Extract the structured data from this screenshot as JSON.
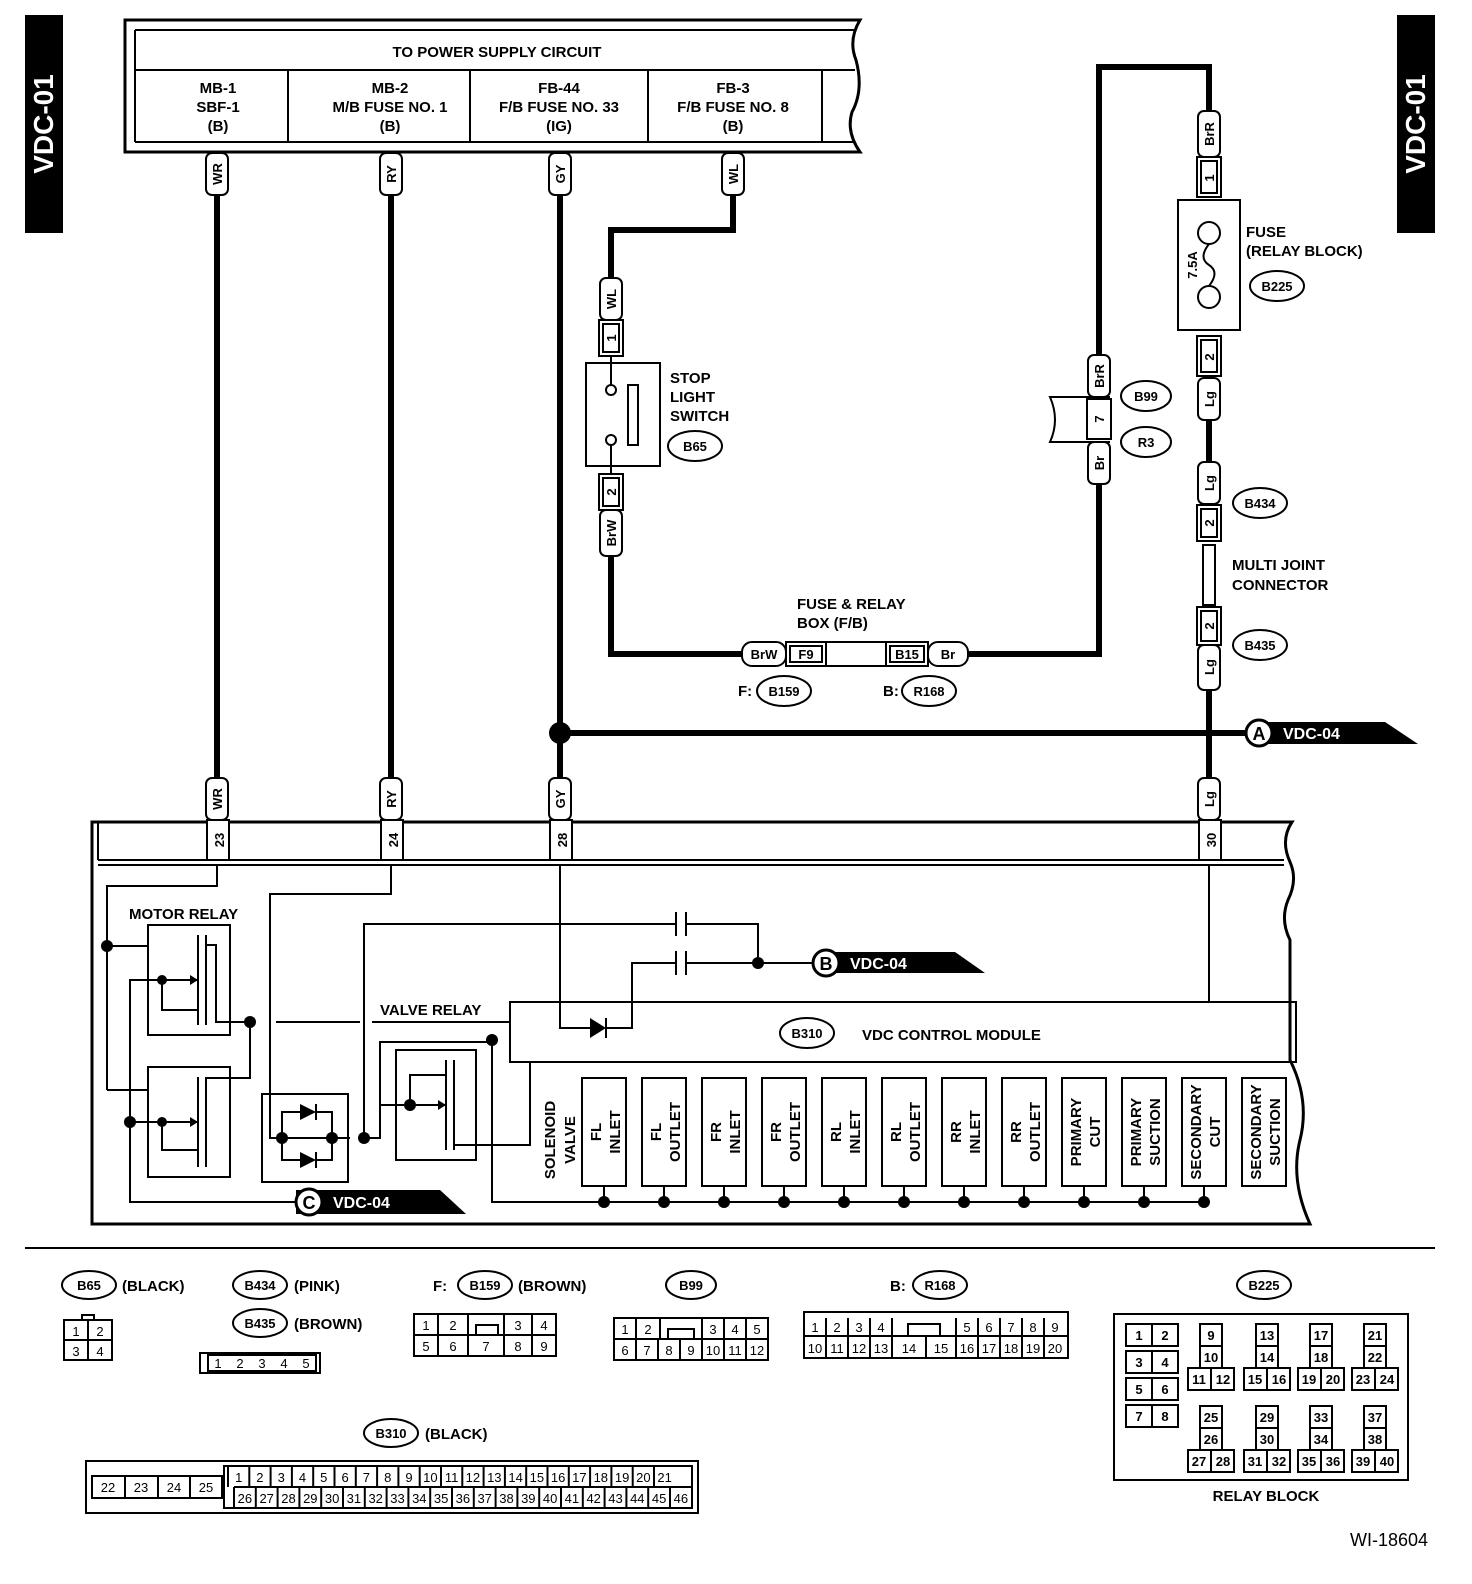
{
  "side_label": "VDC-01",
  "power_supply": {
    "title": "TO POWER SUPPLY CIRCUIT",
    "cells": [
      {
        "l1": "MB-1",
        "l2": "SBF-1",
        "l3": "(B)"
      },
      {
        "l1": "MB-2",
        "l2": "M/B FUSE NO. 1",
        "l3": "(B)"
      },
      {
        "l1": "FB-44",
        "l2": "F/B FUSE NO. 33",
        "l3": "(IG)"
      },
      {
        "l1": "FB-3",
        "l2": "F/B FUSE NO. 8",
        "l3": "(B)"
      }
    ]
  },
  "wires": {
    "wr": "WR",
    "ry": "RY",
    "gy": "GY",
    "wl": "WL",
    "brr": "BrR",
    "br": "Br",
    "lg": "Lg",
    "brw": "BrW"
  },
  "stop_light": {
    "title": "STOP LIGHT SWITCH",
    "l1": "STOP",
    "l2": "LIGHT",
    "l3": "SWITCH",
    "conn": "B65",
    "pin1": "1",
    "pin2": "2"
  },
  "fuse": {
    "title": "FUSE",
    "sub": "(RELAY BLOCK)",
    "rating": "7.5A",
    "conn": "B225",
    "pin1": "1",
    "pin2": "2"
  },
  "joint": {
    "pin": "7",
    "c1": "B99",
    "c2": "R3"
  },
  "multi_joint": {
    "l1": "MULTI JOINT",
    "l2": "CONNECTOR",
    "c1": "B434",
    "c2": "B435",
    "pin": "2"
  },
  "fuse_relay_box": {
    "l1": "FUSE & RELAY",
    "l2": "BOX (F/B)",
    "f_pin": "F9",
    "b_pin": "B15",
    "f_pref": "F:",
    "b_pref": "B:",
    "f_conn": "B159",
    "b_conn": "R168"
  },
  "refs": {
    "a": "A",
    "b": "B",
    "c": "C",
    "target": "VDC-04"
  },
  "module_pins": {
    "p23": "23",
    "p24": "24",
    "p28": "28",
    "p30": "30"
  },
  "module": {
    "title": "VDC CONTROL MODULE",
    "conn": "B310",
    "motor_relay": "MOTOR RELAY",
    "valve_relay": "VALVE RELAY",
    "solenoid": {
      "l1": "SOLENOID",
      "l2": "VALVE"
    },
    "valves": [
      [
        "FL",
        "INLET"
      ],
      [
        "FL",
        "OUTLET"
      ],
      [
        "FR",
        "INLET"
      ],
      [
        "FR",
        "OUTLET"
      ],
      [
        "RL",
        "INLET"
      ],
      [
        "RL",
        "OUTLET"
      ],
      [
        "RR",
        "INLET"
      ],
      [
        "RR",
        "OUTLET"
      ],
      [
        "PRIMARY",
        "CUT"
      ],
      [
        "PRIMARY",
        "SUCTION"
      ],
      [
        "SECONDARY",
        "CUT"
      ],
      [
        "SECONDARY",
        "SUCTION"
      ]
    ]
  },
  "connector_legend": {
    "b65": {
      "name": "B65",
      "color": "(BLACK)"
    },
    "b434": {
      "name": "B434",
      "color": "(PINK)"
    },
    "b435": {
      "name": "B435",
      "color": "(BROWN)"
    },
    "b159": {
      "prefix": "F:",
      "name": "B159",
      "color": "(BROWN)"
    },
    "b99": {
      "name": "B99"
    },
    "r168": {
      "prefix": "B:",
      "name": "R168"
    },
    "b225": {
      "name": "B225",
      "caption": "RELAY BLOCK"
    },
    "b310": {
      "name": "B310",
      "color": "(BLACK)"
    }
  },
  "figure_id": "WI-18604"
}
